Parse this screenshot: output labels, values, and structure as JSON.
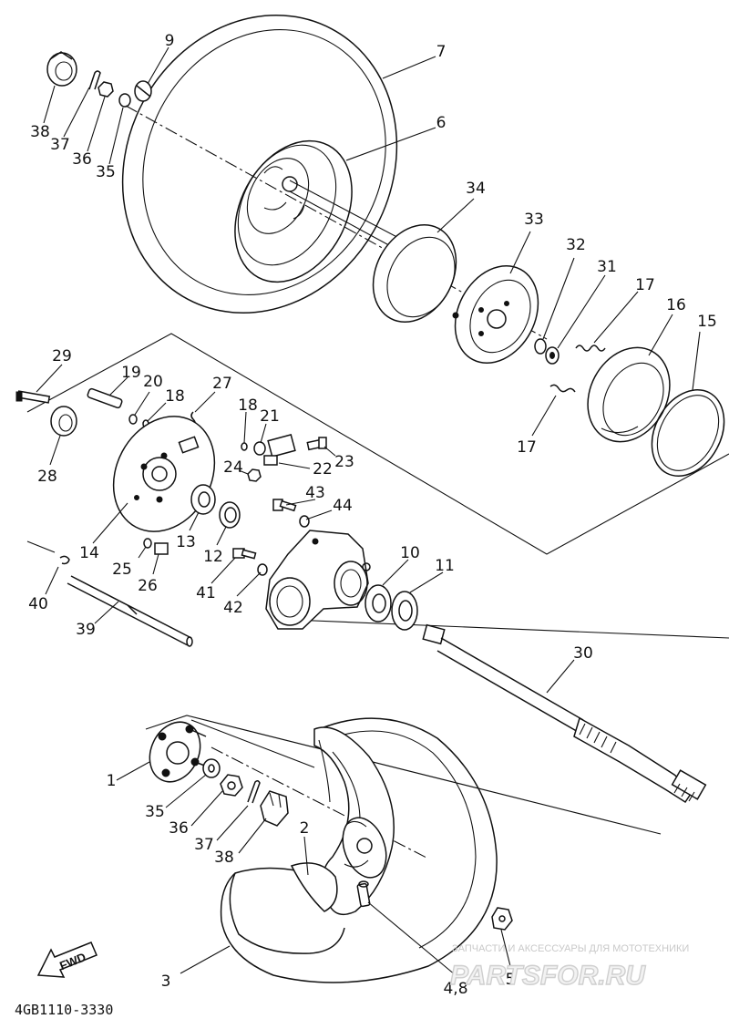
{
  "parts": [
    {
      "id": "p1",
      "label": "1"
    },
    {
      "id": "p2",
      "label": "2"
    },
    {
      "id": "p3",
      "label": "3"
    },
    {
      "id": "p48",
      "label": "4,8"
    },
    {
      "id": "p5",
      "label": "5"
    },
    {
      "id": "p6",
      "label": "6"
    },
    {
      "id": "p7",
      "label": "7"
    },
    {
      "id": "p9",
      "label": "9"
    },
    {
      "id": "p10",
      "label": "10"
    },
    {
      "id": "p11",
      "label": "11"
    },
    {
      "id": "p12",
      "label": "12"
    },
    {
      "id": "p13",
      "label": "13"
    },
    {
      "id": "p14",
      "label": "14"
    },
    {
      "id": "p15",
      "label": "15"
    },
    {
      "id": "p16",
      "label": "16"
    },
    {
      "id": "p17a",
      "label": "17"
    },
    {
      "id": "p17b",
      "label": "17"
    },
    {
      "id": "p18a",
      "label": "18"
    },
    {
      "id": "p18b",
      "label": "18"
    },
    {
      "id": "p19",
      "label": "19"
    },
    {
      "id": "p20",
      "label": "20"
    },
    {
      "id": "p21",
      "label": "21"
    },
    {
      "id": "p22",
      "label": "22"
    },
    {
      "id": "p23",
      "label": "23"
    },
    {
      "id": "p24",
      "label": "24"
    },
    {
      "id": "p25",
      "label": "25"
    },
    {
      "id": "p26",
      "label": "26"
    },
    {
      "id": "p27",
      "label": "27"
    },
    {
      "id": "p28",
      "label": "28"
    },
    {
      "id": "p29",
      "label": "29"
    },
    {
      "id": "p30",
      "label": "30"
    },
    {
      "id": "p31",
      "label": "31"
    },
    {
      "id": "p32",
      "label": "32"
    },
    {
      "id": "p33",
      "label": "33"
    },
    {
      "id": "p34",
      "label": "34"
    },
    {
      "id": "p35a",
      "label": "35"
    },
    {
      "id": "p35b",
      "label": "35"
    },
    {
      "id": "p36a",
      "label": "36"
    },
    {
      "id": "p36b",
      "label": "36"
    },
    {
      "id": "p37a",
      "label": "37"
    },
    {
      "id": "p37b",
      "label": "37"
    },
    {
      "id": "p38a",
      "label": "38"
    },
    {
      "id": "p38b",
      "label": "38"
    },
    {
      "id": "p39",
      "label": "39"
    },
    {
      "id": "p40",
      "label": "40"
    },
    {
      "id": "p41",
      "label": "41"
    },
    {
      "id": "p42",
      "label": "42"
    },
    {
      "id": "p43",
      "label": "43"
    },
    {
      "id": "p44",
      "label": "44"
    }
  ],
  "diagram_code": "4GB1110-3330",
  "direction_label": "FWD",
  "watermark": {
    "tagline": "ЗАПЧАСТИ И АКСЕССУАРЫ ДЛЯ МОТОТЕХНИКИ",
    "site": "PARTSFOR.RU"
  }
}
